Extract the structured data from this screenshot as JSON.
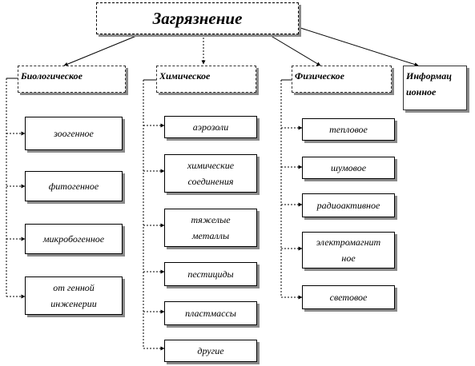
{
  "title": "Загрязнение",
  "categories": [
    {
      "label": "Биологическое",
      "items": [
        "зоогенное",
        "фитогенное",
        "микробогенное",
        "от генной инженерии"
      ]
    },
    {
      "label": "Химическое",
      "items": [
        "аэрозоли",
        "химические соединения",
        "тяжелые металлы",
        "пестициды",
        "пластмассы",
        "другие"
      ]
    },
    {
      "label": "Физическое",
      "items": [
        "тепловое",
        "шумовое",
        "радиоактивное",
        "электромагнит ное",
        "световое"
      ]
    },
    {
      "label": "Информац ионное",
      "items": []
    }
  ]
}
